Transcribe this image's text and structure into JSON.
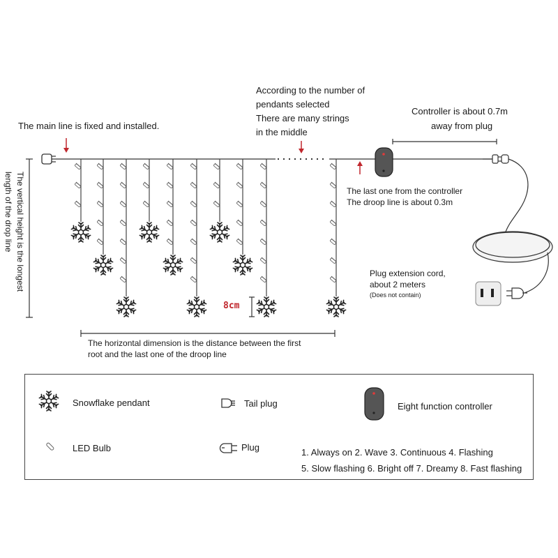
{
  "top_notes": {
    "main_line": "The main line is fixed and installed.",
    "pendants_line1": "According to the number of",
    "pendants_line2": "pendants selected",
    "pendants_line3": "There are many strings",
    "pendants_line4": "in the middle",
    "controller_dist_line1": "Controller is about 0.7m",
    "controller_dist_line2": "away from plug"
  },
  "side_notes": {
    "vertical_line1": "The vertical height is the longest",
    "vertical_line2": "length of the drop line",
    "last_one_line1": "The last one from the controller",
    "last_one_line2": "The droop line is about 0.3m",
    "extension_line1": "Plug extension cord,",
    "extension_line2": "about 2 meters",
    "extension_note": "(Does not contain)",
    "pendant_gap": "8cm",
    "horizontal_line1": "The horizontal dimension is the distance between the first",
    "horizontal_line2": "root and the last one of the droop line"
  },
  "legend": {
    "snowflake": "Snowflake pendant",
    "tail_plug": "Tail plug",
    "controller": "Eight function controller",
    "led": "LED Bulb",
    "plug": "Plug",
    "modes_line1": "1. Always on 2. Wave 3. Continuous 4. Flashing",
    "modes_line2": "5. Slow flashing 6. Bright off 7. Dreamy 8. Fast flashing"
  },
  "colors": {
    "line": "#333333",
    "accent": "#c0272d",
    "controller": "#555555"
  }
}
